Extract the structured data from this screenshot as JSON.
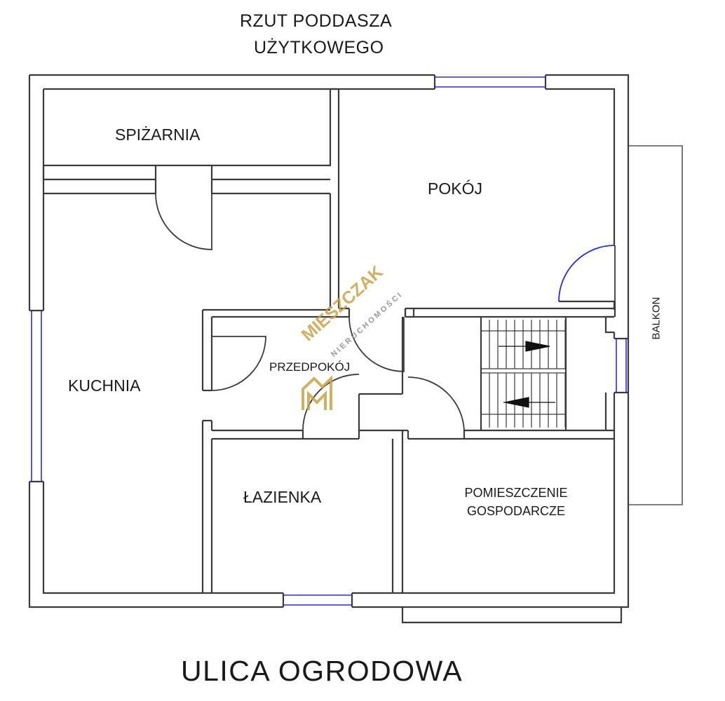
{
  "title": {
    "line1": "RZUT PODDASZA",
    "line2": "UŻYTKOWEGO"
  },
  "rooms": {
    "pantry": "SPIŻARNIA",
    "room": "POKÓJ",
    "kitchen": "KUCHNIA",
    "hall": "PRZEDPOKÓJ",
    "bathroom": "ŁAZIENKA",
    "utility_line1": "POMIESZCZENIE",
    "utility_line2": "GOSPODARCZE"
  },
  "balcony_label": "BALKON",
  "street_label": "ULICA  OGRODOWA",
  "watermark": {
    "brand": "MIESZCZAK",
    "sub": "NIERUCHOMOŚCI"
  },
  "colors": {
    "wall": "#3a3a3a",
    "window": "#2b2bd6",
    "watermark": "#c9a24a"
  }
}
